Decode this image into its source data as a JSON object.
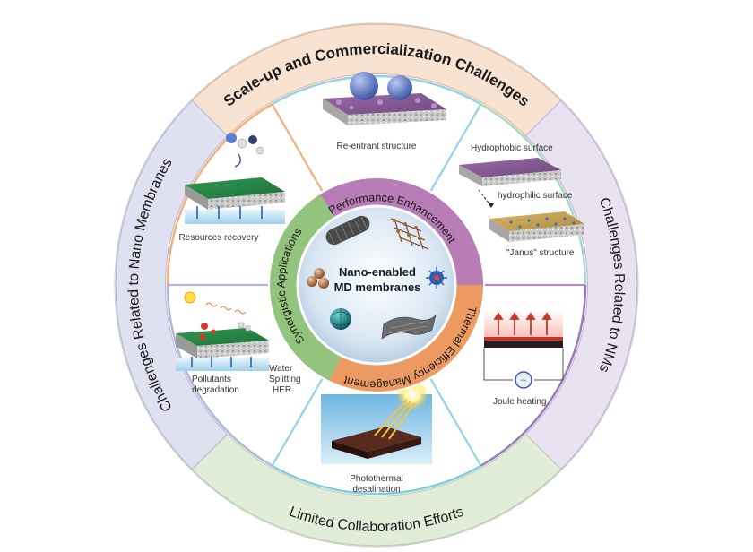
{
  "outer_ring": {
    "top": "Scale-up and Commercialization Challenges",
    "left": "Challenges Related to Nano Membranes",
    "right": "Challenges Related to NMs",
    "bottom": "Limited Collaboration Efforts"
  },
  "middle_ring": {
    "performance": "Performance Enhancement",
    "thermal": "Thermal Efficiency Management",
    "synergistic": "Synergistic Applications"
  },
  "center": {
    "line1": "Nano-enabled",
    "line2": "MD membranes"
  },
  "panels": {
    "reentrant": "Re-entrant structure",
    "hydrophobic": "Hydrophobic surface",
    "hydrophilic": "hydrophilic surface",
    "janus": "\"Janus\" structure",
    "joule": "Joule heating",
    "photothermal_1": "Photothermal",
    "photothermal_2": "desalination",
    "resources": "Resources recovery",
    "pollutants_1": "Pollutants",
    "pollutants_2": "degradation",
    "water_1": "Water",
    "water_2": "Splitting",
    "water_3": "HER"
  },
  "colors": {
    "top_band": "#f8e3d3",
    "left_band": "#dfe0f0",
    "right_band": "#e9e2f1",
    "bottom_band": "#e2edd9",
    "performance": "#b87db6",
    "thermal": "#ec9a62",
    "synergistic": "#93c47d",
    "center_fill": "#cfe0ef"
  }
}
